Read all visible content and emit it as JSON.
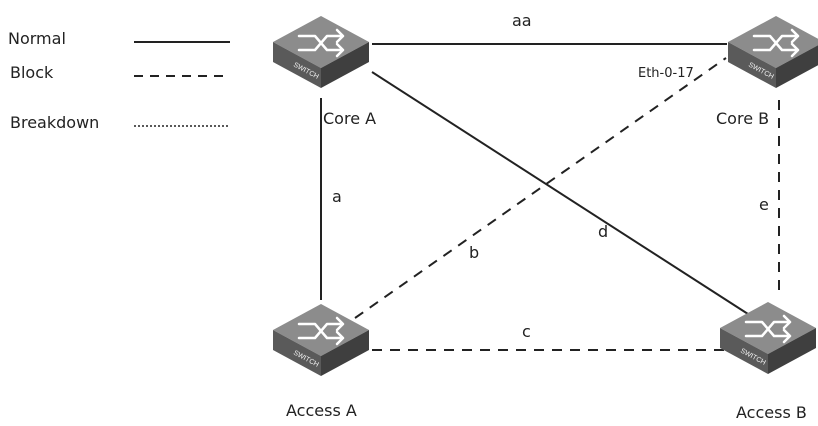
{
  "legend": {
    "normal_label": "Normal",
    "block_label": "Block",
    "breakdown_label": "Breakdown"
  },
  "nodes": {
    "core_a": "Core A",
    "core_b": "Core B",
    "access_a": "Access A",
    "access_b": "Access B",
    "device_text": "SWITCH"
  },
  "links": {
    "aa": "aa",
    "a": "a",
    "b": "b",
    "c": "c",
    "d": "d",
    "e": "e"
  },
  "ports": {
    "core_b_port": "Eth-0-17"
  },
  "colors": {
    "line": "#222222",
    "switch_top": "#8c8c8c",
    "switch_side": "#4a4a4a",
    "switch_text": "#f2f2f2"
  }
}
